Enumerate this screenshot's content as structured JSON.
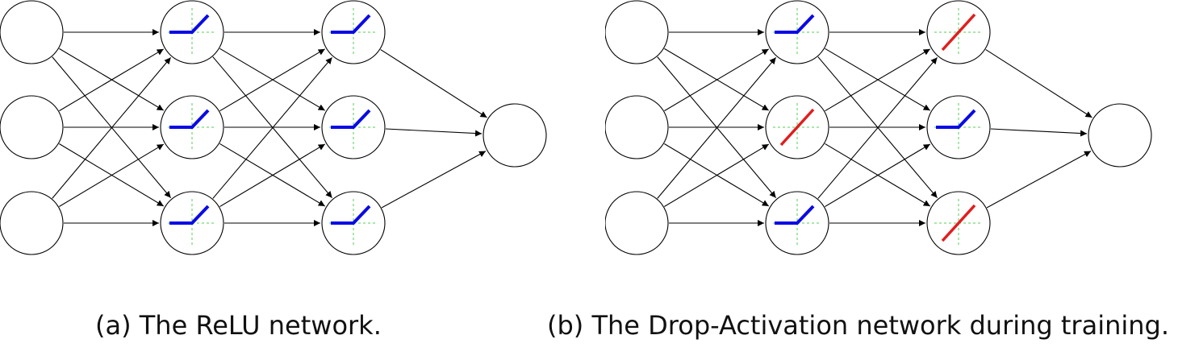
{
  "panels": [
    {
      "id": "a",
      "caption": "(a) The ReLU network.",
      "hidden_layers": [
        [
          "relu",
          "relu",
          "relu"
        ],
        [
          "relu",
          "relu",
          "relu"
        ]
      ]
    },
    {
      "id": "b",
      "caption": "(b) The Drop-Activation network during training.",
      "hidden_layers": [
        [
          "relu",
          "identity",
          "relu"
        ],
        [
          "identity",
          "relu",
          "identity"
        ]
      ]
    }
  ],
  "legend_colors": {
    "relu": "#0a0ae6",
    "identity": "#e01e1e",
    "axes": "#55cc55",
    "edges": "#000000"
  }
}
